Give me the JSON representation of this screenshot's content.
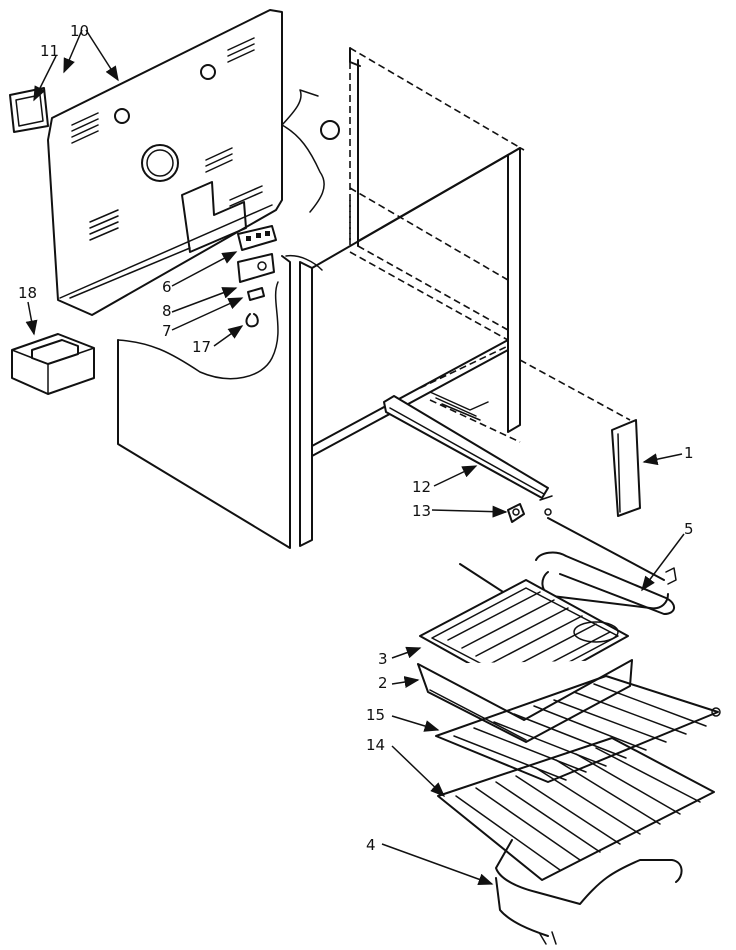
{
  "callouts": [
    {
      "id": "c1",
      "label": "1"
    },
    {
      "id": "c2",
      "label": "2"
    },
    {
      "id": "c3",
      "label": "3"
    },
    {
      "id": "c4",
      "label": "4"
    },
    {
      "id": "c5",
      "label": "5"
    },
    {
      "id": "c6",
      "label": "6"
    },
    {
      "id": "c7",
      "label": "7"
    },
    {
      "id": "c8",
      "label": "8"
    },
    {
      "id": "c10",
      "label": "10"
    },
    {
      "id": "c11",
      "label": "11"
    },
    {
      "id": "c12",
      "label": "12"
    },
    {
      "id": "c13",
      "label": "13"
    },
    {
      "id": "c14",
      "label": "14"
    },
    {
      "id": "c15",
      "label": "15"
    },
    {
      "id": "c17",
      "label": "17"
    },
    {
      "id": "c18",
      "label": "18"
    }
  ]
}
